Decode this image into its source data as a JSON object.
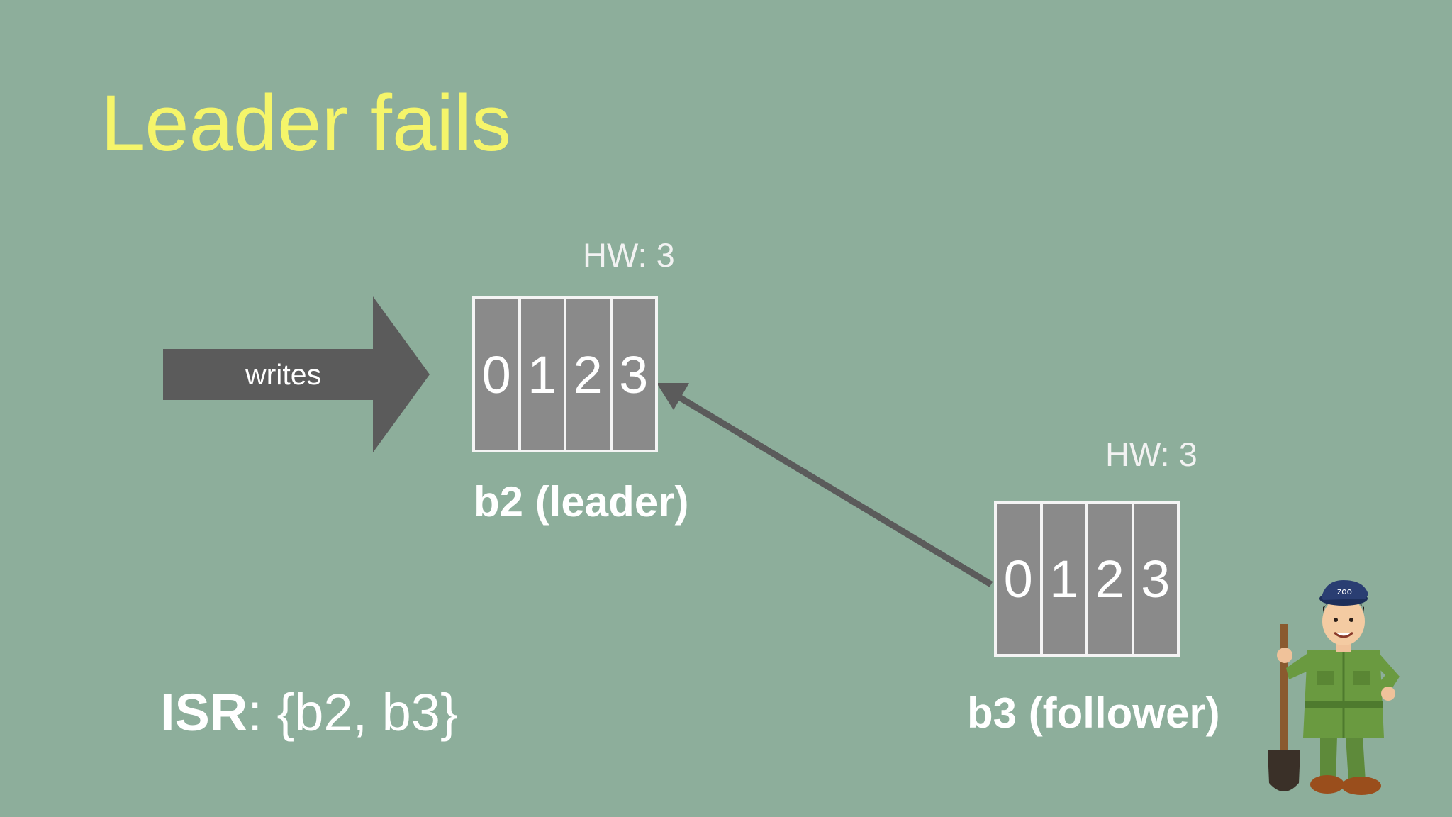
{
  "slide": {
    "title": "Leader fails",
    "writes_label": "writes",
    "isr": {
      "key": "ISR",
      "separator": ": ",
      "value": "{b2, b3}"
    }
  },
  "brokers": [
    {
      "id": "b2",
      "label": "b2 (leader)",
      "hw": "HW: 3",
      "offsets": [
        "0",
        "1",
        "2",
        "3"
      ]
    },
    {
      "id": "b3",
      "label": "b3 (follower)",
      "hw": "HW: 3",
      "offsets": [
        "0",
        "1",
        "2",
        "3"
      ]
    }
  ],
  "mascot": {
    "cap_text": "zoo",
    "icon": "zookeeper-mascot-icon"
  },
  "colors": {
    "background": "#8dae9b",
    "title": "#f5f56a",
    "arrow": "#5b5b5b",
    "log_cell": "#8a8a8a",
    "log_border": "#f4f4f4"
  }
}
